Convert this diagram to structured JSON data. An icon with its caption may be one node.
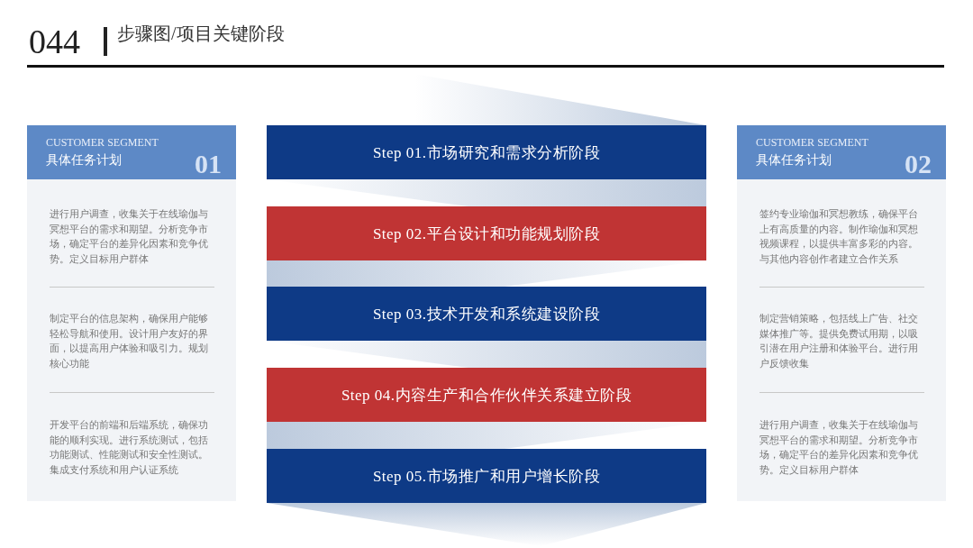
{
  "diagram": {
    "title": "步骤图/项目关键阶段",
    "nodes": [
      {
        "text": [
          "CUSTOMER SEGMENT",
          "具体任务计划",
          "01",
          "进行用户调查，收集关于在线瑜伽与冥想平台的需求和期望。分析竞争市场，确定平台的差异化因素和竞争优势。定义目标用户群体",
          "制定平台的信息架构，确保用户能够轻松导航和使用。设计用户友好的界面，以提高用户体验和吸引力。规划核心功能",
          "开发平台的前端和后端系统，确保功能的顺利实现。进行系统测试，包括功能测试、性能测试和安全性测试。集成支付系统和用户认证系统"
        ]
      },
      {
        "text": [
          "Step 01.市场研究和需求分析阶段"
        ]
      },
      {
        "text": [
          "Step 02.平台设计和功能规划阶段"
        ]
      },
      {
        "text": [
          "Step 03.技术开发和系统建设阶段"
        ]
      },
      {
        "text": [
          "Step 04.内容生产和合作伙伴关系建立阶段"
        ]
      },
      {
        "text": [
          "Step 05.市场推广和用户增长阶段"
        ]
      },
      {
        "text": [
          "CUSTOMER SEGMENT",
          "具体任务计划",
          "02",
          "签约专业瑜伽和冥想教练，确保平台上有高质量的内容。制作瑜伽和冥想视频课程，以提供丰富多彩的内容。与其他内容创作者建立合作关系",
          "制定营销策略，包括线上广告、社交媒体推广等。提供免费试用期，以吸引潜在用户注册和体验平台。进行用户反馈收集",
          "进行用户调查，收集关于在线瑜伽与冥想平台的需求和期望。分析竞争市场，确定平台的差异化因素和竞争优势。定义目标用户群体"
        ]
      }
    ],
    "labels": [
      "044"
    ]
  }
}
